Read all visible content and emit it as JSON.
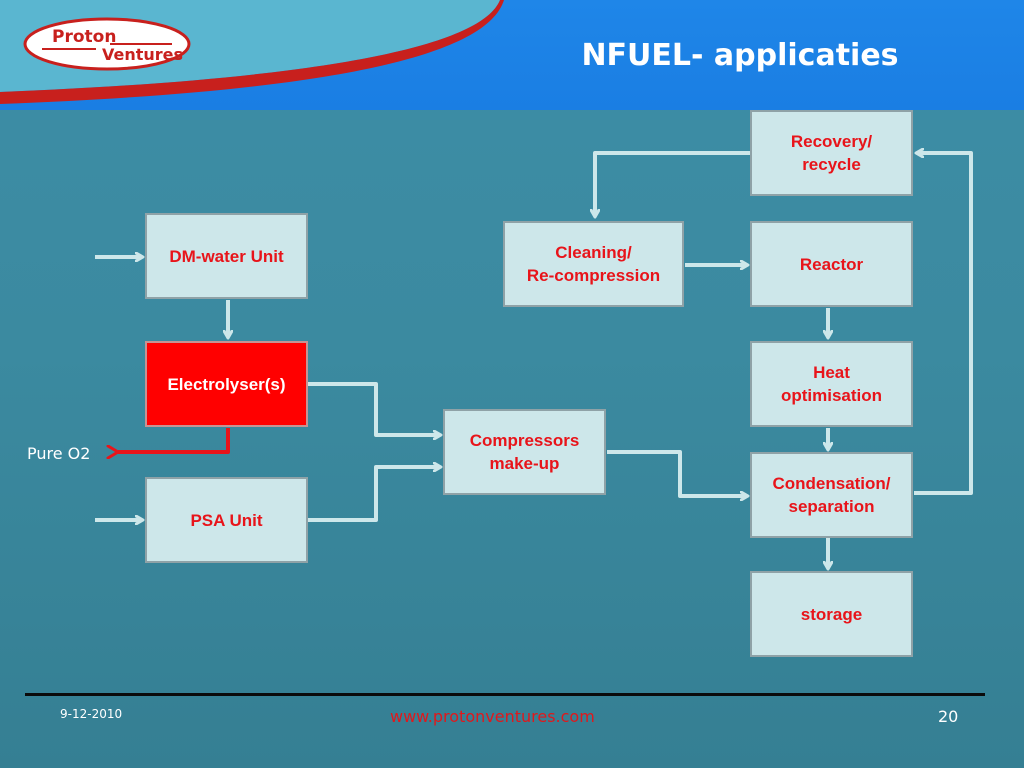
{
  "slide": {
    "title": "NFUEL- applicaties"
  },
  "logo": {
    "line1": "Proton",
    "line2": "Ventures"
  },
  "boxes": {
    "dm_water": "DM-water Unit",
    "electrolyser": "Electrolyser(s)",
    "psa": "PSA Unit",
    "compressors": "Compressors\nmake-up",
    "cleaning": "Cleaning/\nRe-compression",
    "recovery": "Recovery/\nrecycle",
    "reactor": "Reactor",
    "heat": "Heat\noptimisation",
    "condensation": "Condensation/\nseparation",
    "storage": "storage"
  },
  "labels": {
    "pure_o2": "Pure O2"
  },
  "footer": {
    "date": "9-12-2010",
    "url": "www.protonventures.com",
    "page": "20"
  },
  "colors": {
    "box_fill": "#cde7ea",
    "box_text": "#e8141a",
    "electrolyser_fill": "#ff0000",
    "arrow": "#cde7ea",
    "o2_arrow": "#e8141a",
    "header": "#1f86e8"
  }
}
